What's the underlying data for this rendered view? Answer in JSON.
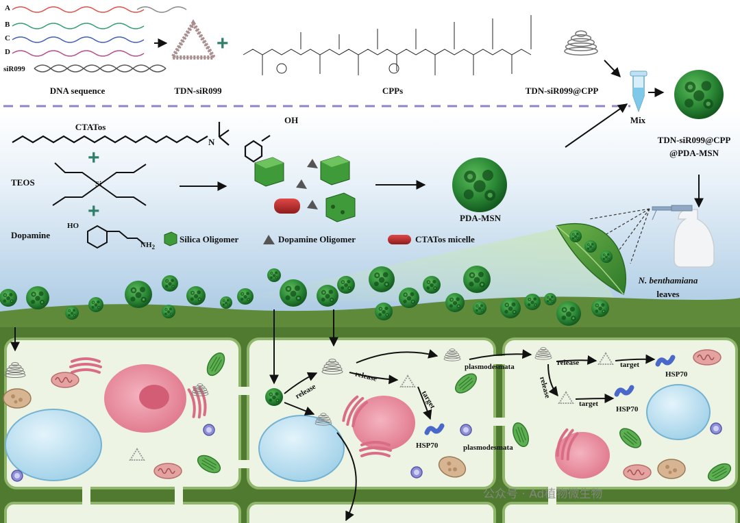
{
  "top": {
    "strand_labels": [
      "A",
      "B",
      "C",
      "D",
      "siR099"
    ],
    "dna_sequence": "DNA sequence",
    "tdn": "TDN-siR099",
    "cpps": "CPPs",
    "tdn_cpp": "TDN-siR099@CPP",
    "mix": "Mix",
    "product_line1": "TDN-siR099@CPP",
    "product_line2": "@PDA-MSN"
  },
  "synthesis": {
    "ctatos": "CTATos",
    "teos": "TEOS",
    "dopamine": "Dopamine",
    "si": "Si",
    "oh": "OH",
    "nh2": "NH",
    "nh2_sub": "2",
    "nplus": "N",
    "ho": "HO",
    "pda_msn": "PDA-MSN"
  },
  "legend": {
    "silica": "Silica Oligomer",
    "dopamine": "Dopamine Oligomer",
    "micelle": "CTATos micelle"
  },
  "leaf": {
    "species": "N. benthamiana",
    "word": "leaves"
  },
  "cells": {
    "release1": "release",
    "release2": "release",
    "release3": "release",
    "release4": "release",
    "target1": "target",
    "target2": "target",
    "target3": "target",
    "hsp1": "HSP70",
    "hsp2": "HSP70",
    "hsp3": "HSP70",
    "plasmodesmata1": "plasmodesmata",
    "plasmodesmata2": "plasmodesmata"
  },
  "watermark": "公众号 · Ad植物微生物",
  "colors": {
    "nanoparticle": "#2f8a3c",
    "nucleus": "#e07a8e",
    "cell_wall": "#5c8a3a",
    "vacuole": "#a9d6ec",
    "leaf": "#3f8a30"
  }
}
